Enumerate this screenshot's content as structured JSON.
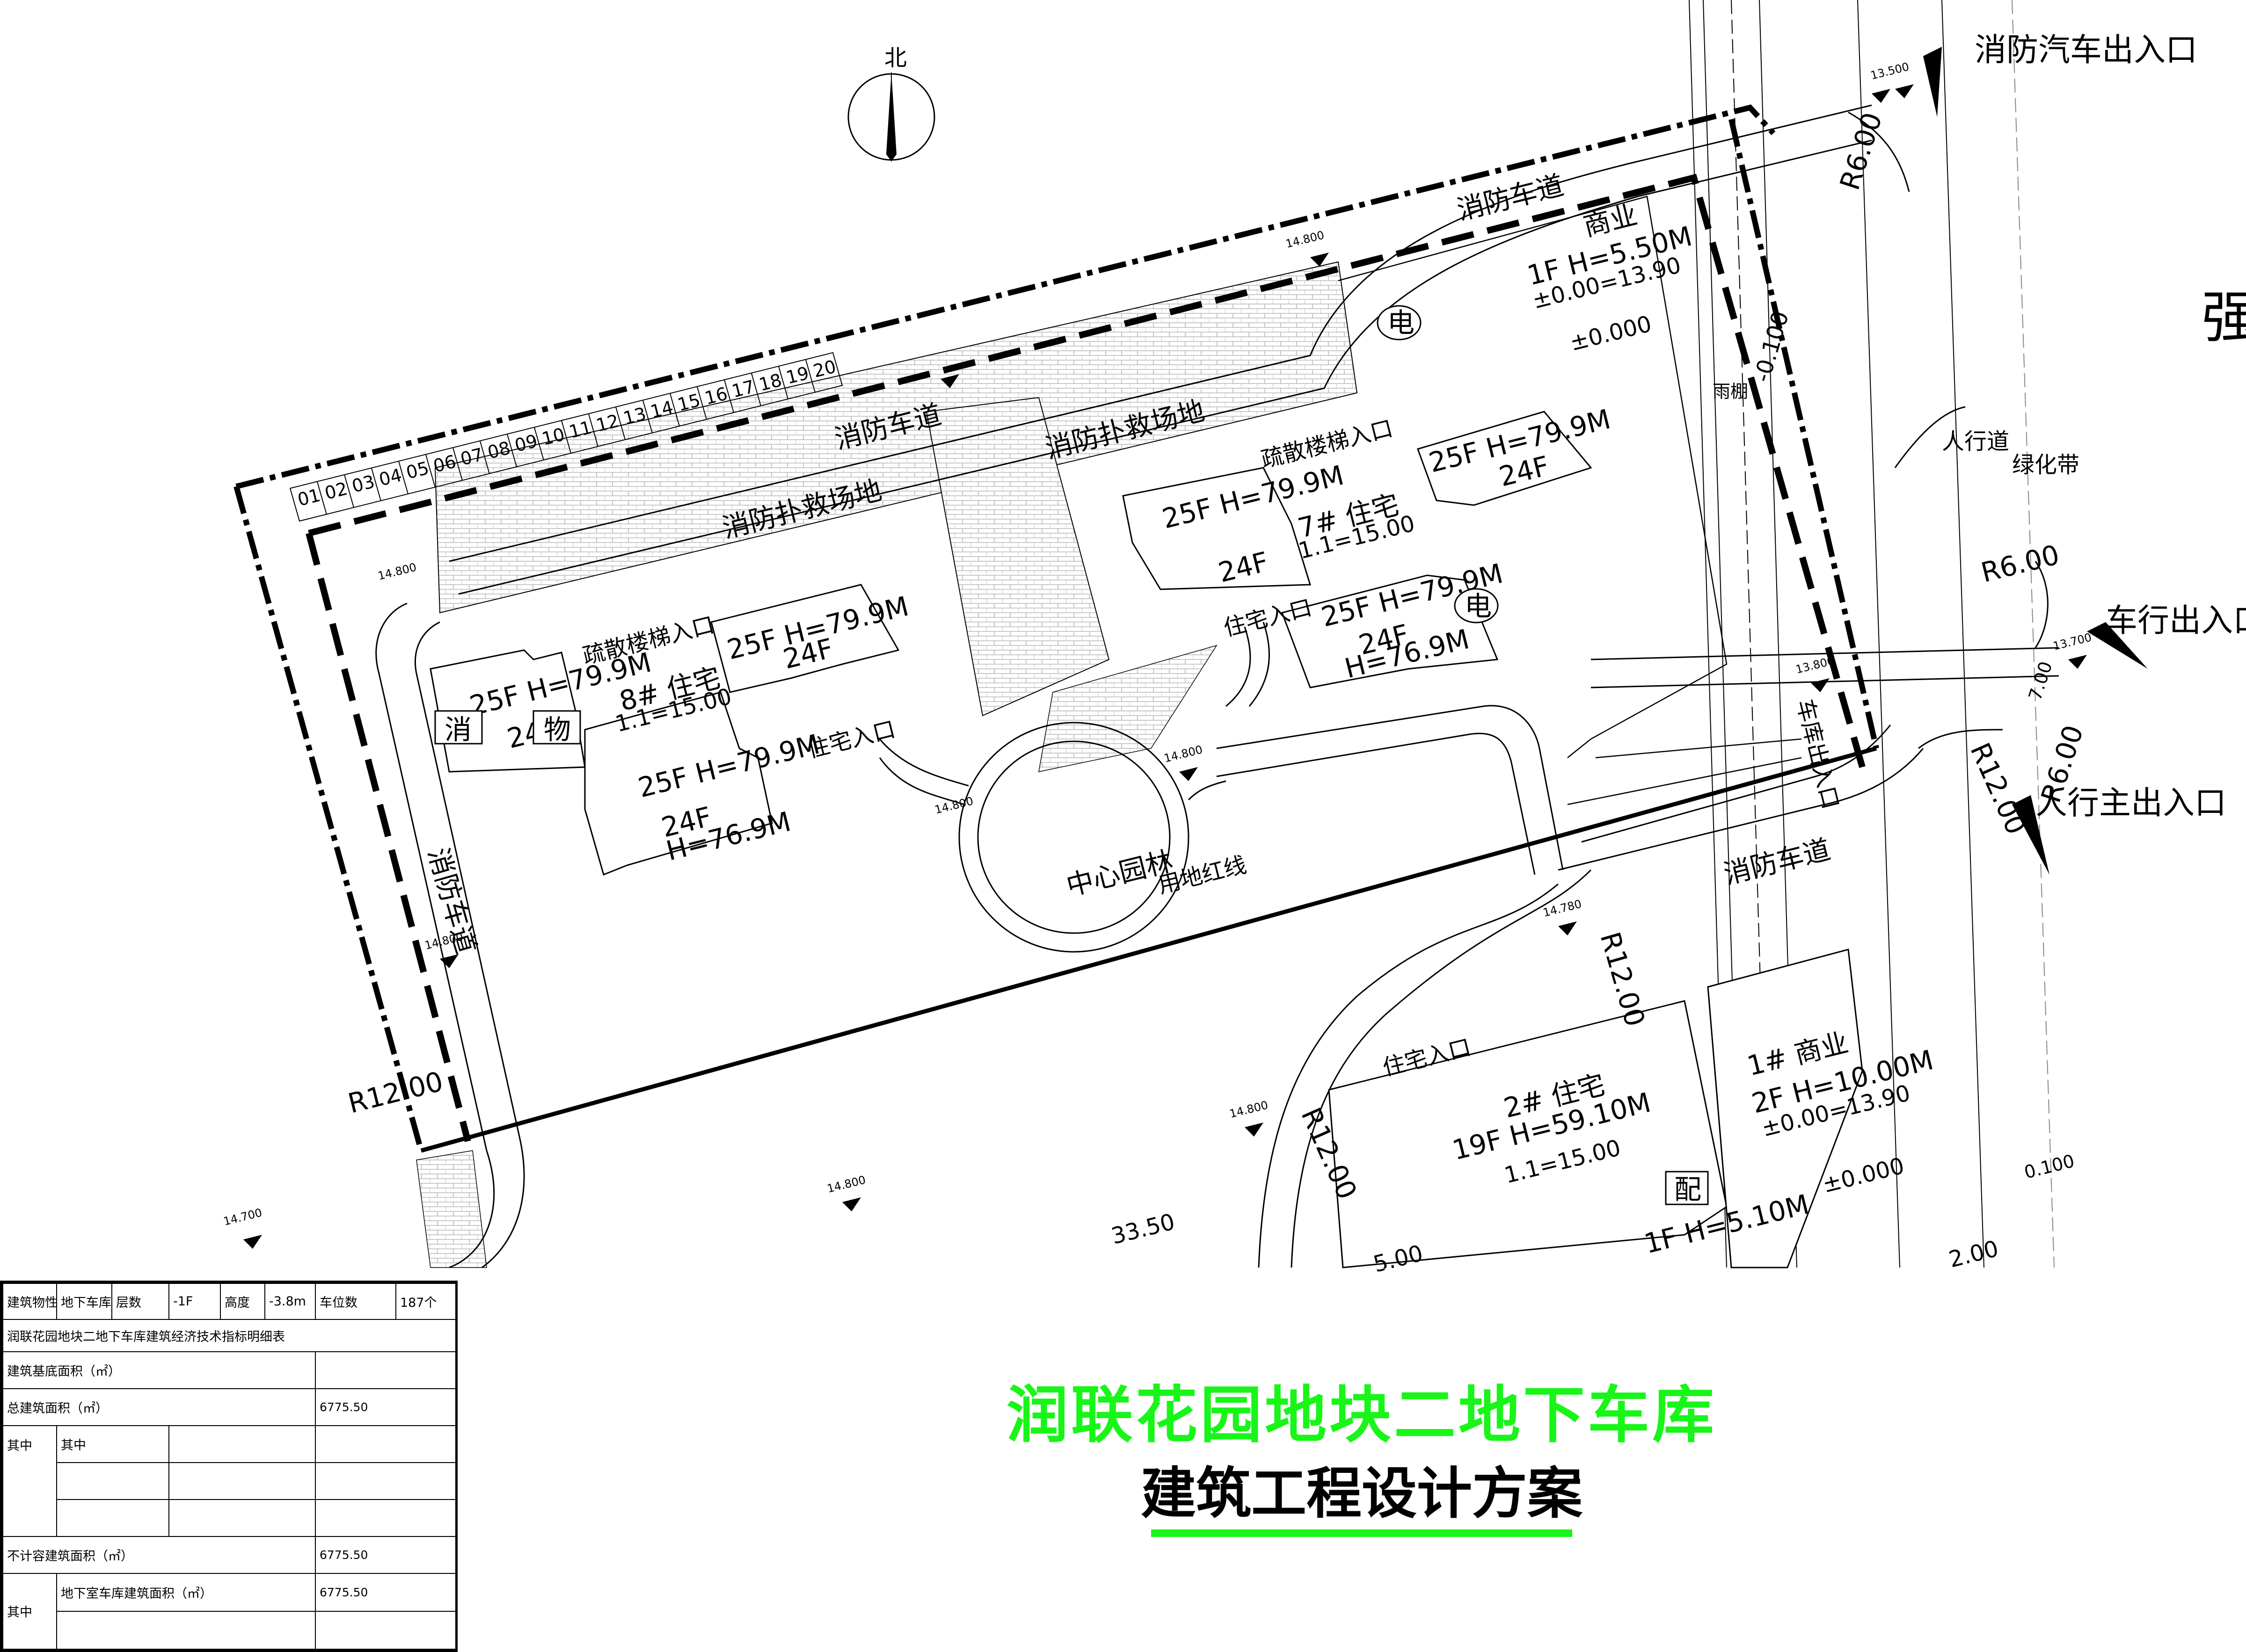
{
  "colors": {
    "title": "#19f519",
    "line": "#000000",
    "paving": "#b8b8b8"
  },
  "compass": {
    "north_label": "北"
  },
  "road_label_partial": "强",
  "entrances": {
    "fire_exit": "消防汽车出入口",
    "car_exit": "车行出入口",
    "pedestrian_main": "人行主出入口"
  },
  "labels": {
    "fire_lane": "消防车道",
    "rescue_site": "消防扑救场地",
    "evac_stair": "疏散楼梯入口",
    "res_entry": "住宅入口",
    "central_garden": "中心园林",
    "red_line": "用地红线",
    "sidewalk": "人行道",
    "green_belt": "绿化带",
    "canopy": "雨棚",
    "garage_ramp": "车库出入口",
    "elec": "电",
    "fire": "消",
    "prop": "物",
    "dist": "配"
  },
  "parking_numbers": [
    "01",
    "02",
    "03",
    "04",
    "05",
    "06",
    "07",
    "08",
    "09",
    "10",
    "11",
    "12",
    "13",
    "14",
    "15",
    "16",
    "17",
    "18",
    "19",
    "20"
  ],
  "elevations": {
    "e13500": "13.500",
    "e13700": "13.700",
    "e13800": "13.800",
    "e14800": "14.800",
    "e14700": "14.700",
    "e14780": "14.780",
    "pm0": "±0.000",
    "m0100": "-0.100",
    "p0100": "0.100"
  },
  "radii": {
    "r6": "R6.00",
    "r12": "R12.00",
    "d3350": "33.50",
    "d500": "5.00",
    "d200": "2.00",
    "d700": "7.00"
  },
  "buildings": {
    "commercial_ne": {
      "name": "商业",
      "floors": "1F H=5.50M",
      "elev": "±0.00=13.90"
    },
    "b7": {
      "a": "25F H=79.9M",
      "b": "24F",
      "c": "25F H=79.9M",
      "d": "24F",
      "e": "25F H=79.9M",
      "f": "24F",
      "g": "H=76.9M",
      "name": "7# 住宅",
      "elev": "1.1=15.00"
    },
    "b8": {
      "a": "25F H=79.9M",
      "b": "24F",
      "c": "25F H=79.9M",
      "d": "24F",
      "e": "25F H=79.9M",
      "f": "24F",
      "g": "H=76.9M",
      "name": "8# 住宅",
      "elev": "1.1=15.00"
    },
    "b2": {
      "name": "2# 住宅",
      "floors": "19F H=59.10M",
      "elev": "1.1=15.00"
    },
    "b1": {
      "name": "1# 商业",
      "floors": "2F H=10.00M",
      "elev": "±0.00=13.90"
    },
    "dist_room": {
      "floors": "1F H=5.10M"
    }
  },
  "table": {
    "row1": {
      "k1": "建筑物性质",
      "v1": "地下车库",
      "k2": "层数",
      "v2": "-1F",
      "k3": "高度",
      "v3": "-3.8m",
      "k4": "车位数",
      "v4": "187个"
    },
    "title": "润联花园地块二地下车库建筑经济技术指标明细表",
    "base_area": "建筑基底面积（㎡）",
    "total_area": "总建筑面积（㎡）",
    "total_area_val": "6775.50",
    "among": "其中",
    "among2": "其中",
    "excl_area": "不计容建筑面积（㎡）",
    "excl_area_val": "6775.50",
    "among3": "其中",
    "basement_area": "地下室车库建筑面积（㎡）",
    "basement_area_val": "6775.50"
  },
  "title": {
    "main": "润联花园地块二地下车库",
    "sub": "建筑工程设计方案"
  }
}
